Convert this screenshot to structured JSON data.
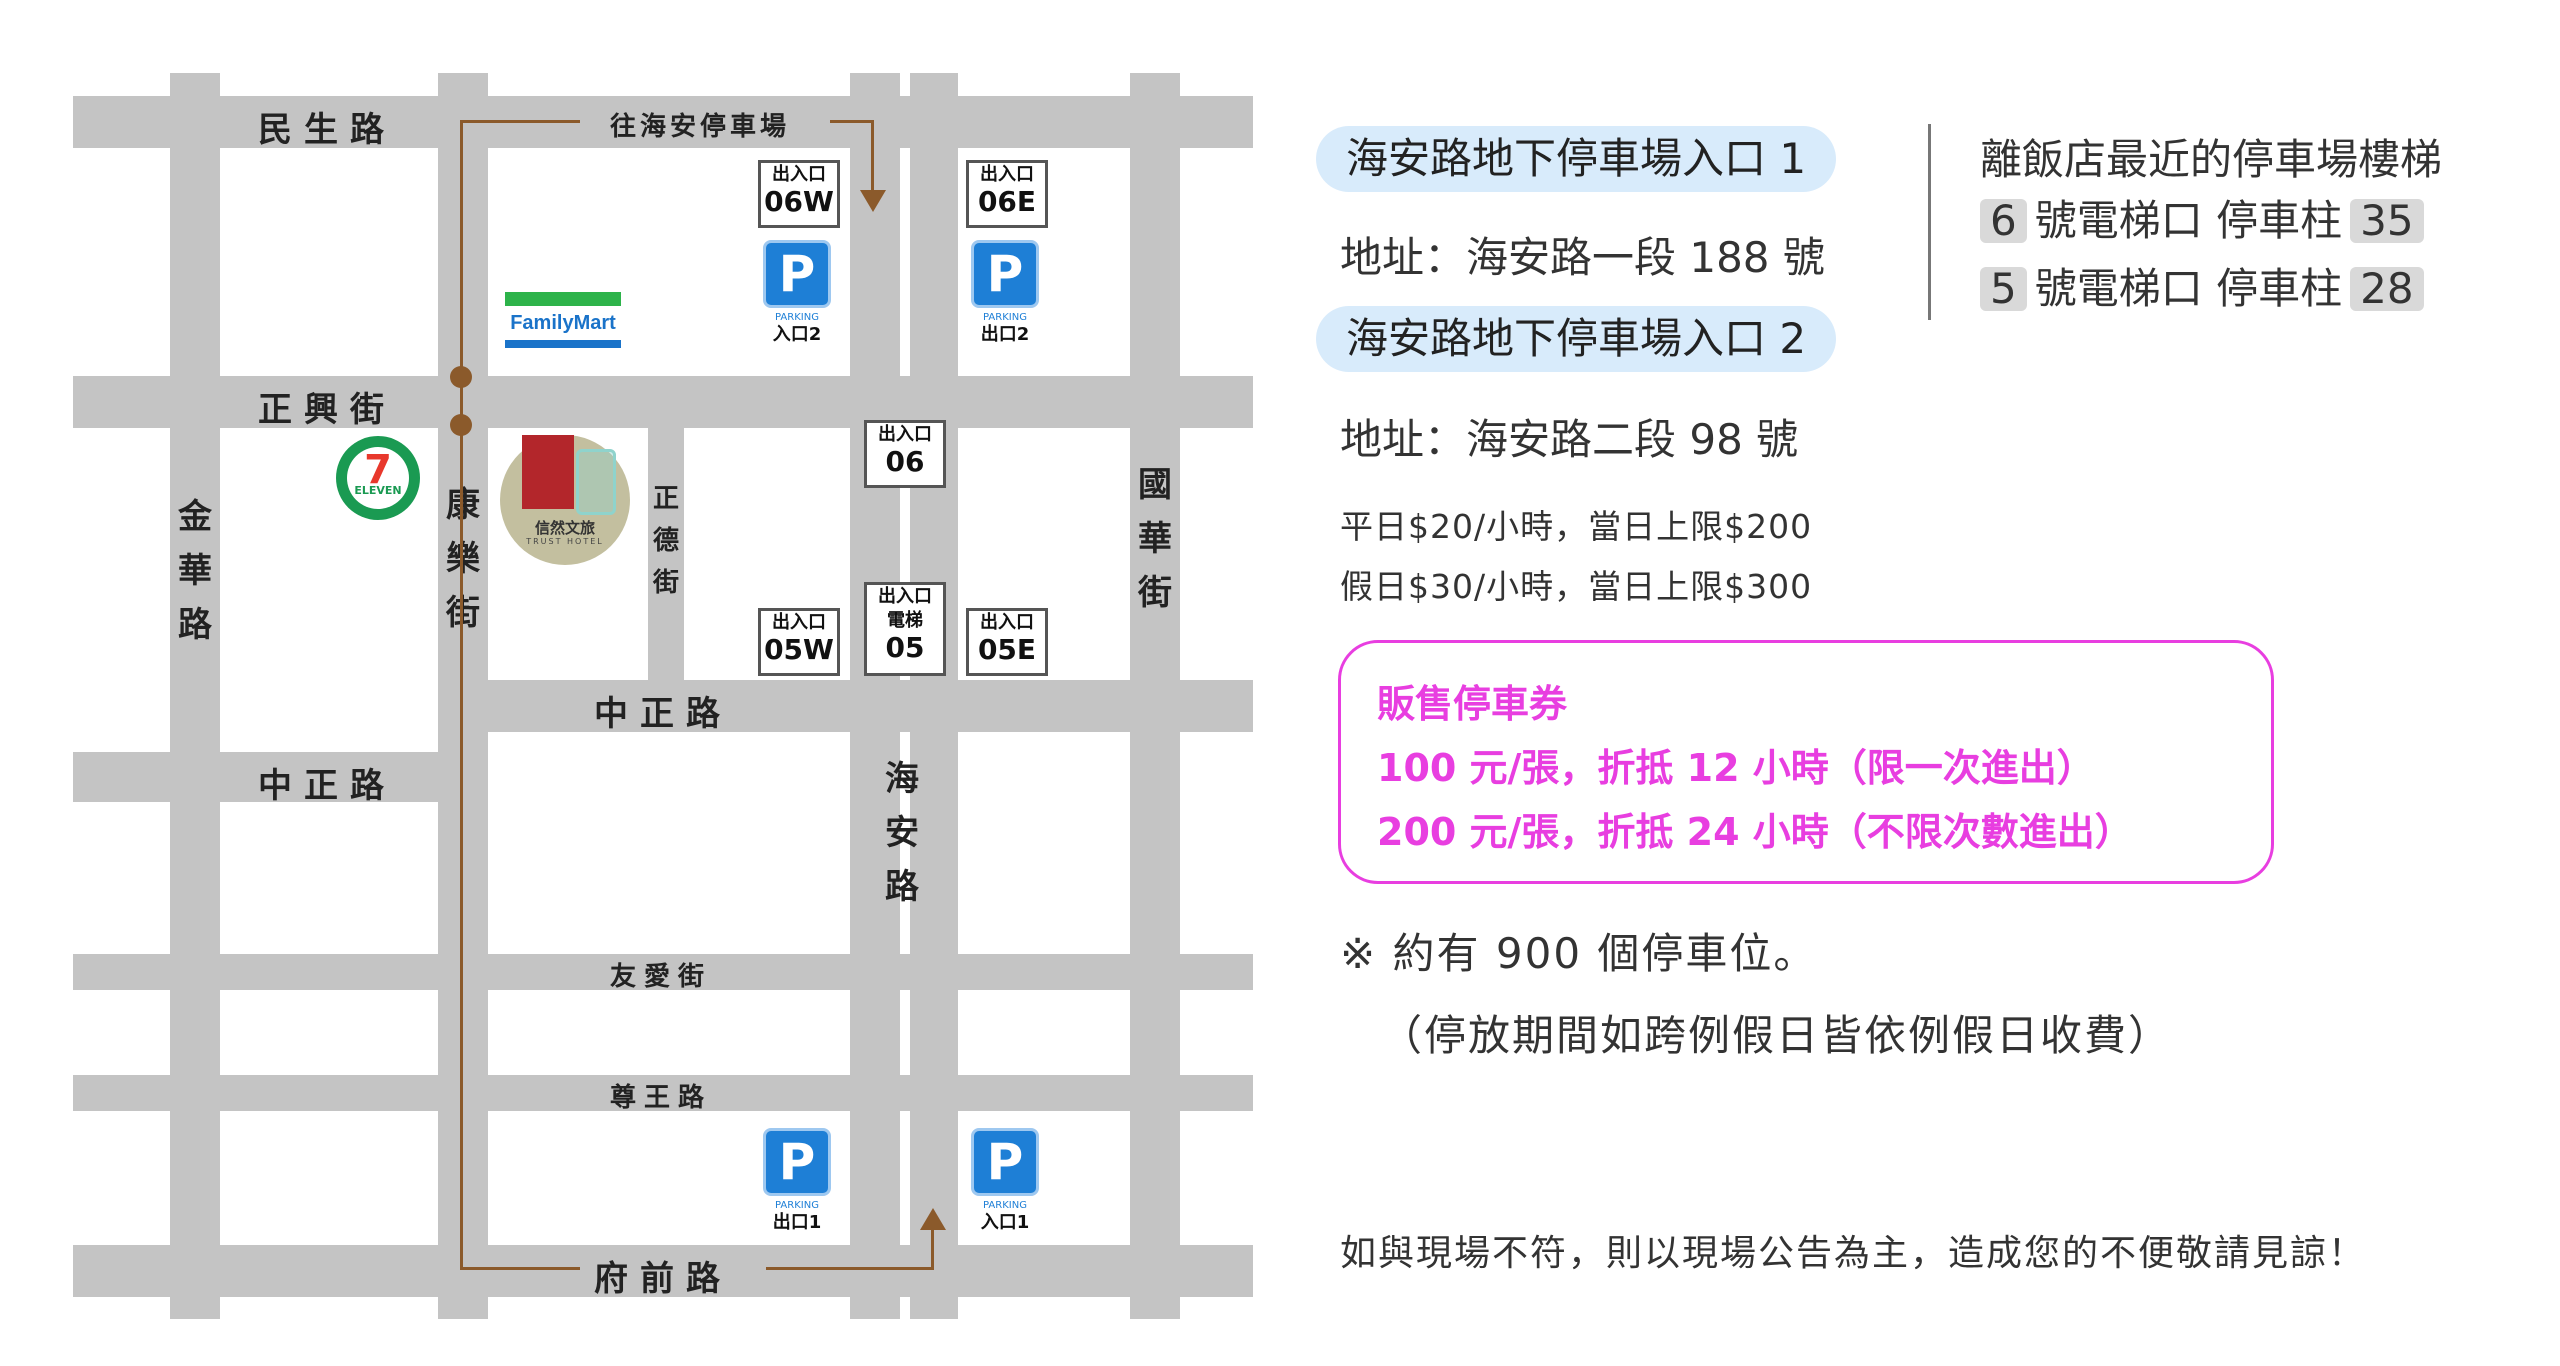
{
  "map": {
    "roads": {
      "minsheng": "民生路",
      "zhengxing": "正興街",
      "zhongzheng_right": "中正路",
      "zhongzheng_left": "中正路",
      "youai": "友愛街",
      "zunwang": "尊王路",
      "fuqian": "府前路",
      "jinhua": "金華路",
      "kangle": "康樂街",
      "zhengde": "正德街",
      "haian": "海安路",
      "guohua": "國華街"
    },
    "route_label": "往海安停車場",
    "gates": {
      "g06w": {
        "top": "出入口",
        "code": "06W"
      },
      "g06e": {
        "top": "出入口",
        "code": "06E"
      },
      "g06": {
        "top": "出入口",
        "code": "06"
      },
      "g05w": {
        "top": "出入口",
        "code": "05W"
      },
      "g05": {
        "top": "出入口",
        "mid": "電梯",
        "code": "05"
      },
      "g05e": {
        "top": "出入口",
        "code": "05E"
      }
    },
    "parking_signs": {
      "p_top_left": {
        "letter": "P",
        "caption": "PARKING",
        "label": "入口2"
      },
      "p_top_right": {
        "letter": "P",
        "caption": "PARKING",
        "label": "出口2"
      },
      "p_bot_left": {
        "letter": "P",
        "caption": "PARKING",
        "label": "出口1"
      },
      "p_bot_right": {
        "letter": "P",
        "caption": "PARKING",
        "label": "入口1"
      }
    },
    "landmarks": {
      "familymart": "FamilyMart",
      "seven_eleven": "ELEVEN",
      "hotel_name": "信然文旅",
      "hotel_en": "TRUST HOTEL"
    },
    "colors": {
      "road": "#c4c4c4",
      "route": "#8b5a2b",
      "parking_blue": "#1e7fd6",
      "pill_bg": "#d8ebfb",
      "coupon_pink": "#e83ee0"
    }
  },
  "info": {
    "entrance1": "海安路地下停車場入口 1",
    "address1": "地址：海安路一段 188 號",
    "entrance2": "海安路地下停車場入口 2",
    "address2": "地址：海安路二段 98 號",
    "weekday_rate": "平日$20/小時，當日上限$200",
    "holiday_rate": "假日$30/小時，當日上限$300",
    "stairs_title": "離飯店最近的停車場樓梯",
    "stairs": [
      {
        "num": "6",
        "text": "號電梯口 停車柱",
        "pillar": "35"
      },
      {
        "num": "5",
        "text": "號電梯口 停車柱",
        "pillar": "28"
      }
    ],
    "coupon": {
      "title": "販售停車券",
      "line1": "100 元/張，折抵 12 小時（限一次進出）",
      "line2": "200 元/張，折抵 24 小時（不限次數進出）"
    },
    "capacity": "※ 約有 900 個停車位。",
    "holiday_note": "（停放期間如跨例假日皆依例假日收費）",
    "disclaimer": "如與現場不符，則以現場公告為主，造成您的不便敬請見諒！"
  }
}
